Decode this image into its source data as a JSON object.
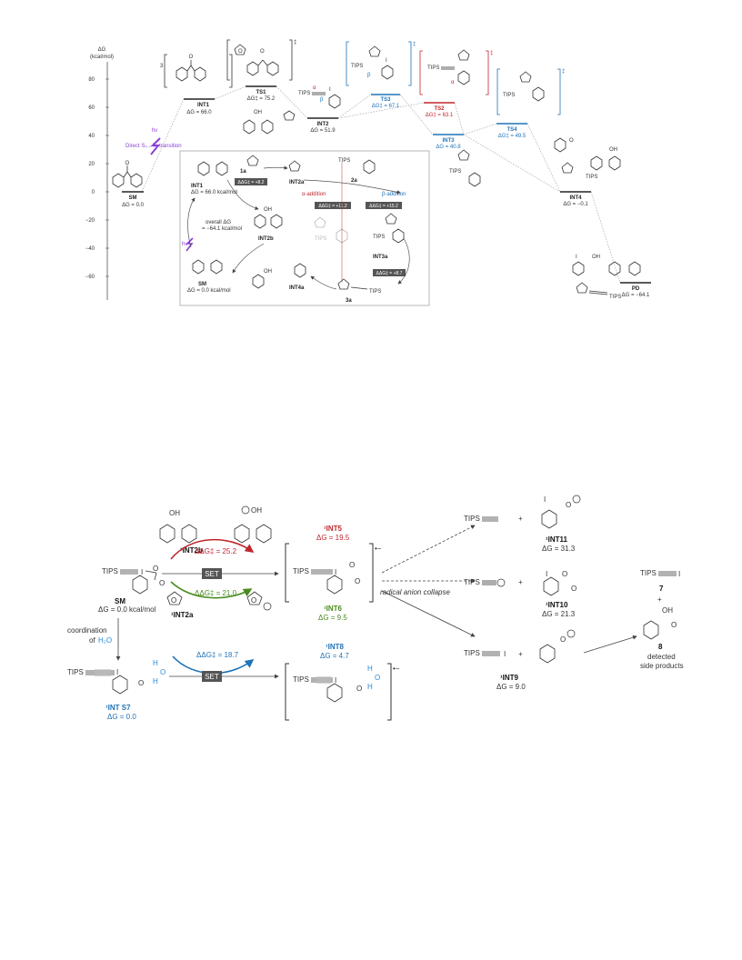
{
  "colors": {
    "red": "#c0272d",
    "blue": "#1f73b7",
    "green": "#4a8a1f",
    "purple": "#8b3fd6",
    "h2o_blue": "#2a8ad8",
    "grey_box": "#555555"
  },
  "top": {
    "axis_title": "ΔG",
    "axis_unit": "(kcal/mol)",
    "ticks": [
      "80",
      "60",
      "40",
      "20",
      "0",
      "−20",
      "−40",
      "−60"
    ],
    "sm_label": "SM",
    "sm_dg": "ΔG = 0.0",
    "hv": "hν",
    "direct_transition": "Direct S₀→T₁ transition",
    "int1": "INT1",
    "int1_dg": "ΔG = 66.0",
    "ts1": "TS1",
    "ts1_dg": "ΔG‡ = 75.2",
    "int2": "INT2",
    "int2_dg": "ΔG = 51.9",
    "ts3": "TS3",
    "ts3_dg": "ΔG‡ = 67.1",
    "ts2": "TS2",
    "ts2_dg": "ΔG‡ = 63.1",
    "int3": "INT3",
    "int3_dg": "ΔG = 40.8",
    "ts4": "TS4",
    "ts4_dg": "ΔG‡ = 49.5",
    "int4": "INT4",
    "int4_dg": "ΔG = −0.1",
    "pd": "PD",
    "pd_dg": "ΔG = −64.1",
    "tips": "TIPS",
    "alpha": "α",
    "beta": "β",
    "triplet": "3",
    "dagger": "‡",
    "oh": "OH",
    "o": "O",
    "i": "I",
    "inset": {
      "int1": "INT1",
      "int1_dg": "ΔG = 66.0 kcal/mol",
      "la": "1a",
      "dd1": "ΔΔG‡ = +8.2",
      "int2a": "INT2a",
      "twoa": "2a",
      "alpha_add": "α-addition",
      "beta_add": "β-addition",
      "dd_alpha": "ΔΔG‡ = +11.2",
      "dd_beta": "ΔΔG‡ = +15.2",
      "int2b": "INT2b",
      "overall": "overall ΔG",
      "overall_val": "= −64.1 kcal/mol",
      "hv": "hν",
      "sm": "SM",
      "sm_dg": "ΔG = 0.0 kcal/mol",
      "int3a": "INT3a",
      "int4a": "INT4a",
      "dd_last": "ΔΔG‡ = +8.7",
      "threea": "3a"
    }
  },
  "bottom": {
    "tips": "TIPS",
    "sm": "SM",
    "sm_dg": "ΔG = 0.0 kcal/mol",
    "coordination": "coordination",
    "of": "of",
    "h2o": "H₂O",
    "int_s7": "¹INT S7",
    "int_s7_dg": "ΔG = 0.0",
    "int2b": "¹INT2b",
    "int2a": "¹INT2a",
    "set": "SET",
    "dd_red": "ΔΔG‡ = 25.2",
    "dd_green": "ΔΔG‡ = 21.0",
    "dd_blue": "ΔΔG‡ = 18.7",
    "int5": "¹INT5",
    "int5_dg": "ΔG = 19.5",
    "int6": "¹INT6",
    "int6_dg": "ΔG = 9.5",
    "int8": "¹INT8",
    "int8_dg": "ΔG = 4.7",
    "radical_anion_collapse": "radical anion collapse",
    "int11": "¹INT11",
    "int11_dg": "ΔG = 31.3",
    "int10": "¹INT10",
    "int10_dg": "ΔG = 21.3",
    "int9": "¹INT9",
    "int9_dg": "ΔG = 9.0",
    "seven": "7",
    "eight": "8",
    "detected": "detected",
    "side_products": "side products",
    "plus": "+",
    "oh": "OH",
    "h": "H",
    "o": "O",
    "i": "I",
    "dot_minus": "•−"
  }
}
